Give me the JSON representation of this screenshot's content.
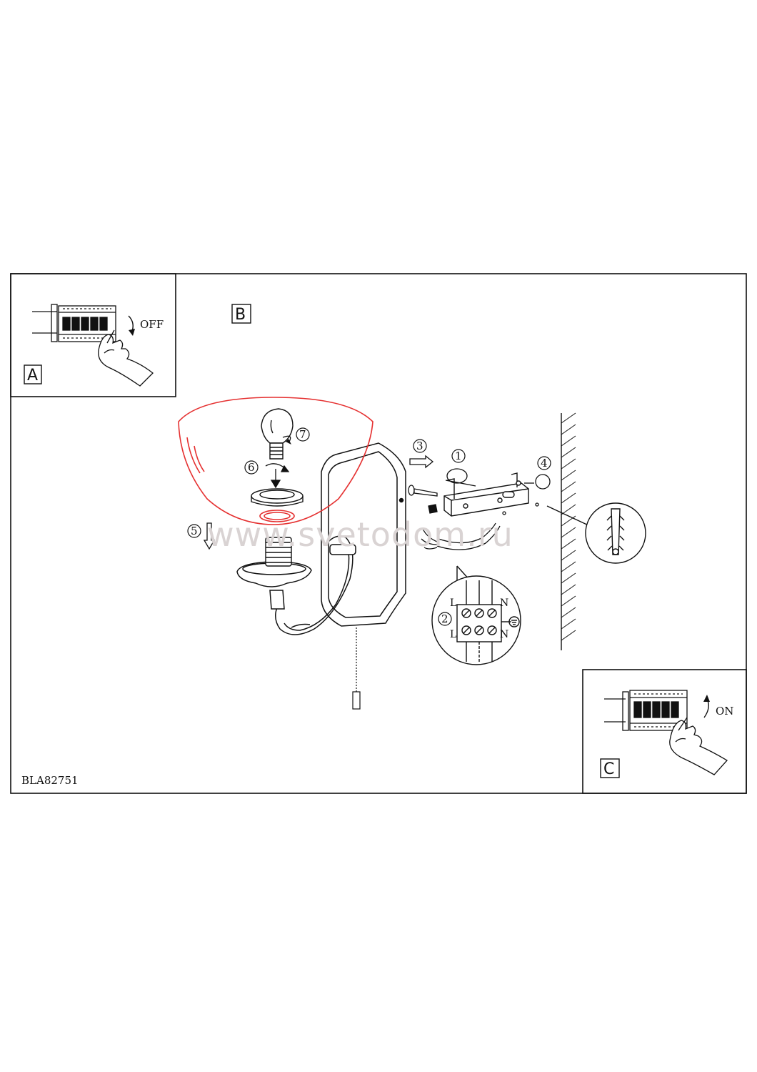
{
  "panels": {
    "a": {
      "letter": "A",
      "switch_label": "OFF"
    },
    "b": {
      "letter": "B"
    },
    "c": {
      "letter": "C",
      "switch_label": "ON"
    }
  },
  "steps": [
    "1",
    "2",
    "3",
    "4",
    "5",
    "6",
    "7"
  ],
  "terminal_labels": {
    "live": "L",
    "neutral": "N"
  },
  "model_code": "BLA82751",
  "watermark": "www.svetodom.ru",
  "colors": {
    "glass_shade_outline": "#e53030",
    "line": "#111111"
  }
}
